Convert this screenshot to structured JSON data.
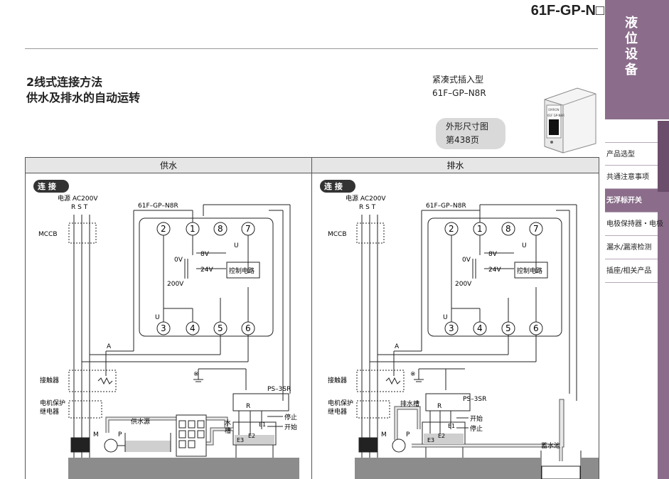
{
  "header": {
    "product_code": "61F-GP-N□"
  },
  "heading": {
    "line1": "2线式连接方法",
    "line2": "供水及排水的自动运转"
  },
  "model": {
    "type": "紧凑式插入型",
    "name": "61F–GP–N8R"
  },
  "dimension_link": {
    "line1": "外形尺寸图",
    "line2": "第438页"
  },
  "relay_label": {
    "brand": "OMRON",
    "model": "61F  GP-N8R"
  },
  "side": {
    "title_chars": [
      "液",
      "位",
      "设",
      "备"
    ],
    "items": [
      "产品选型",
      "共通注意事项",
      "无浮标开关",
      "电极保持器・电极",
      "漏水/漏液检测",
      "插座/相关产品"
    ],
    "active_index": 2
  },
  "panels": {
    "left": {
      "title": "供水",
      "connect_badge": "连 接",
      "power": "电源 AC200V",
      "phases": "R  S  T",
      "mccb": "MCCB",
      "relay_model": "61F–GP–N8R",
      "pins_top": [
        "2",
        "1",
        "8",
        "7"
      ],
      "pins_bottom": [
        "3",
        "4",
        "5",
        "6"
      ],
      "v0": "0V",
      "v200": "200V",
      "v8": "8V",
      "v24": "24V",
      "control": "控制电路",
      "u": "U",
      "a": "A",
      "contactor": "接触器",
      "motor_relay": [
        "电机保护",
        "继电器"
      ],
      "ground_mark": "※",
      "sensor": "PS–3SR",
      "r": "R",
      "e1": "E1",
      "e2": "E2",
      "e3": "E3",
      "stop": "停止",
      "start": "开始",
      "source": "供水源",
      "tank": [
        "水",
        "槽"
      ],
      "m": "M",
      "p": "P"
    },
    "right": {
      "title": "排水",
      "connect_badge": "连 接",
      "power": "电源 AC200V",
      "phases": "R  S  T",
      "mccb": "MCCB",
      "relay_model": "61F–GP–N8R",
      "pins_top": [
        "2",
        "1",
        "8",
        "7"
      ],
      "pins_bottom": [
        "3",
        "4",
        "5",
        "6"
      ],
      "v0": "0V",
      "v200": "200V",
      "v8": "8V",
      "v24": "24V",
      "control": "控制电路",
      "u": "U",
      "a": "A",
      "contactor": "接触器",
      "motor_relay": [
        "电机保护",
        "继电器"
      ],
      "ground_mark": "※",
      "sensor": "PS–3SR",
      "r": "R",
      "e1": "E1",
      "e2": "E2",
      "e3": "E3",
      "stop": "停止",
      "start": "开始",
      "tank": "排水槽",
      "reservoir": "蓄水池",
      "m": "M",
      "p": "P"
    }
  }
}
